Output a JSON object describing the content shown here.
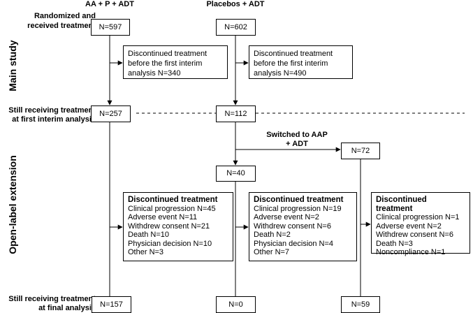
{
  "columns": {
    "arm_a": "AA + P + ADT",
    "arm_b": "Placebos + ADT"
  },
  "sections": {
    "main": "Main study",
    "ole": "Open-label extension"
  },
  "row_labels": {
    "randomized": [
      "Randomized and",
      "received treatment"
    ],
    "interim": [
      "Still receiving treatment",
      "at first interim analysis"
    ],
    "final": [
      "Still receiving treatment",
      "at final analysis"
    ]
  },
  "boxes": {
    "rand_a": "N=597",
    "rand_b": "N=602",
    "interim_a": "N=257",
    "interim_b": "N=112",
    "switch": "N=72",
    "cont_b": "N=40",
    "final_a": "N=157",
    "final_b": "N=0",
    "final_switch": "N=59"
  },
  "discontinued_interim": {
    "a": [
      "Discontinued treatment",
      "before the first interim",
      "analysis N=340"
    ],
    "b": [
      "Discontinued treatment",
      "before the first interim",
      "analysis N=490"
    ]
  },
  "switch_label": [
    "Switched to AAP",
    "+ ADT"
  ],
  "discontinued_ole": {
    "a": {
      "title": "Discontinued treatment",
      "items": [
        "Clinical progression N=45",
        "Adverse event N=11",
        "Withdrew consent N=21",
        "Death N=10",
        "Physician decision N=10",
        "Other N=3"
      ]
    },
    "b": {
      "title": "Discontinued treatment",
      "items": [
        "Clinical progression N=19",
        "Adverse event N=2",
        "Withdrew consent N=6",
        "Death N=2",
        "Physician decision N=4",
        "Other N=7"
      ]
    },
    "c": {
      "title": "Discontinued treatment",
      "items": [
        "Clinical progression N=1",
        "Adverse event N=2",
        "Withdrew consent N=6",
        "Death N=3",
        "Noncompliance N=1"
      ]
    }
  }
}
